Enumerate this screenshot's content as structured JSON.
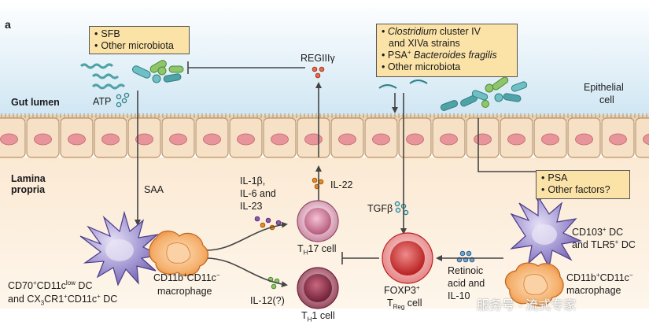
{
  "panel_label": "a",
  "regions": {
    "gut_lumen": "Gut lumen",
    "lamina_propria_1": "Lamina",
    "lamina_propria_2": "propria",
    "epithelial_1": "Epithelial",
    "epithelial_2": "cell"
  },
  "box_sfb": {
    "items": [
      "SFB",
      "Other microbiota"
    ]
  },
  "box_clostridium": {
    "line1_italic": "Clostridium",
    "line1_rest": " cluster IV",
    "line2": "and XIVa strains",
    "line3_pre": "PSA",
    "line3_sup": "+",
    "line3_italic": " Bacteroides fragilis",
    "line4": "Other microbiota"
  },
  "box_psa": {
    "items": [
      "PSA",
      "Other factors?"
    ]
  },
  "molecules": {
    "atp": "ATP",
    "regiii": "REGIIIγ",
    "saa": "SAA",
    "il1b_1": "IL-1β,",
    "il1b_2": "IL-6 and",
    "il1b_3": "IL-23",
    "il22": "IL-22",
    "tgfb": "TGFβ",
    "il12": "IL-12(?)",
    "ra_1": "Retinoic",
    "ra_2": "acid and",
    "ra_3": "IL-10"
  },
  "cells": {
    "cd70_a": "CD70",
    "cd70_a_sup": "+",
    "cd70_b": "CD11c",
    "cd70_b_sup": "low",
    "cd70_c": " DC",
    "cd70_line2_a": "and CX",
    "cd70_line2_sub": "3",
    "cd70_line2_b": "CR1",
    "cd70_line2_sup": "+",
    "cd70_line2_c": "CD11c",
    "cd70_line2_sup2": "+",
    "cd70_line2_d": " DC",
    "mac_1_a": "CD11b",
    "mac_1_sup": "+",
    "mac_1_b": "CD11c",
    "mac_1_sup2": "−",
    "mac_2": "macrophage",
    "th17_a": "T",
    "th17_sub": "H",
    "th17_b": "17 cell",
    "th1_a": "T",
    "th1_sub": "H",
    "th1_b": "1 cell",
    "foxp3_a": "FOXP3",
    "foxp3_sup": "+",
    "treg_a": "T",
    "treg_sub": "Reg",
    "treg_b": " cell",
    "cd103_a": "CD103",
    "cd103_sup": "+",
    "cd103_b": " DC",
    "tlr5_a": "and TLR5",
    "tlr5_sup": "+",
    "tlr5_b": " DC",
    "mac2_1_a": "CD11b",
    "mac2_1_sup": "+",
    "mac2_1_b": "CD11c",
    "mac2_1_sup2": "−",
    "mac2_2": "macrophage"
  },
  "watermark": "服务号 · 流式专家",
  "colors": {
    "lumen_top": "#ffffff",
    "lumen_bottom": "#cfe6f3",
    "lamina": "#fdf2e3",
    "epithelial_fill": "#f6e1c6",
    "epithelial_nucleus": "#e7949a",
    "box_fill": "#fbe3a8",
    "arrow": "#444444",
    "dc_purple": "#8a7cc0",
    "macrophage_orange": "#f2a35e",
    "th17_pink": "#d9a0b5",
    "th1_maroon": "#a3455c",
    "treg_red": "#d33c3c",
    "bacteria_teal": "#4fa3a6",
    "bacteria_green": "#8fc56b"
  }
}
